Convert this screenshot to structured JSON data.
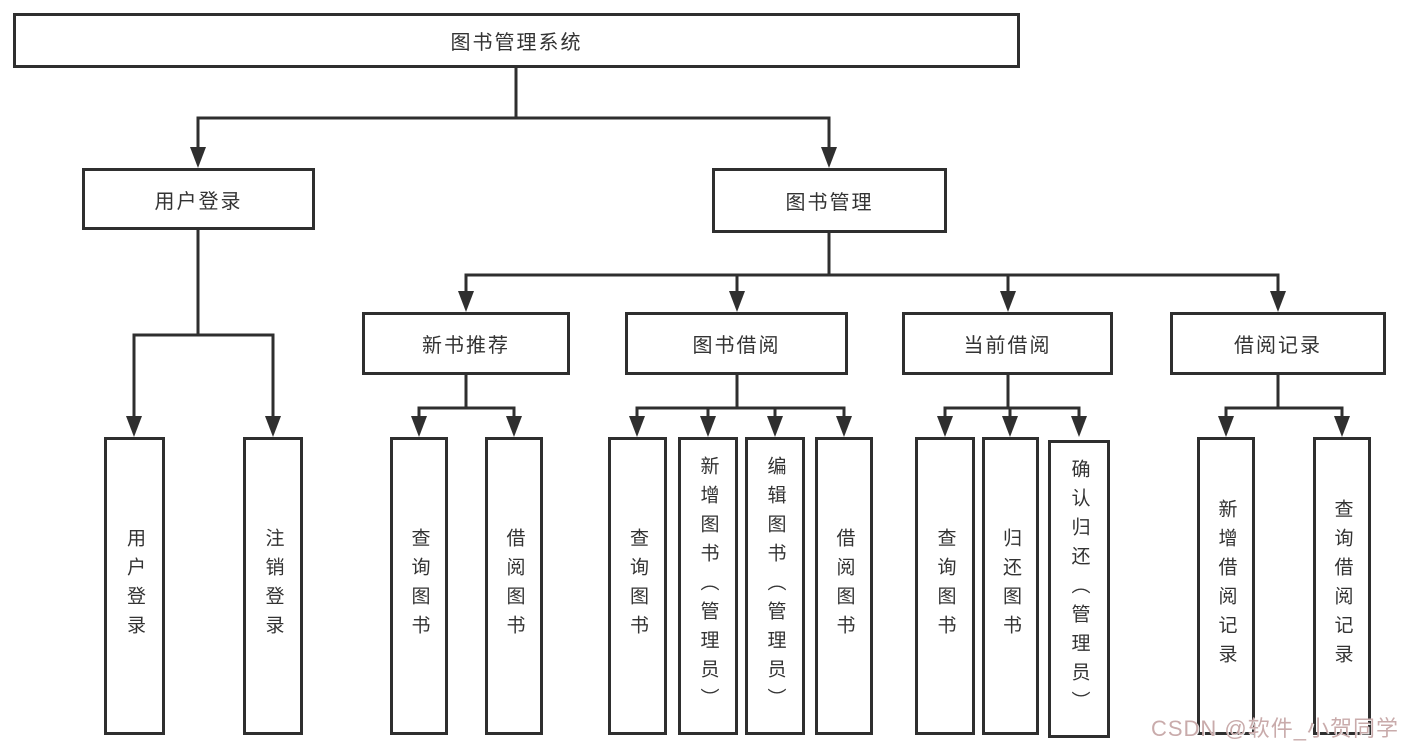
{
  "tree": {
    "label": "图书管理系统",
    "children": [
      {
        "label": "用户登录",
        "children": [
          {
            "label": "用户登录"
          },
          {
            "label": "注销登录"
          }
        ]
      },
      {
        "label": "图书管理",
        "children": [
          {
            "label": "新书推荐",
            "children": [
              {
                "label": "查询图书"
              },
              {
                "label": "借阅图书"
              }
            ]
          },
          {
            "label": "图书借阅",
            "children": [
              {
                "label": "查询图书"
              },
              {
                "label": "新增图书（管理员）"
              },
              {
                "label": "编辑图书（管理员）"
              },
              {
                "label": "借阅图书"
              }
            ]
          },
          {
            "label": "当前借阅",
            "children": [
              {
                "label": "查询图书"
              },
              {
                "label": "归还图书"
              },
              {
                "label": "确认归还（管理员）"
              }
            ]
          },
          {
            "label": "借阅记录",
            "children": [
              {
                "label": "新增借阅记录"
              },
              {
                "label": "查询借阅记录"
              }
            ]
          }
        ]
      }
    ]
  },
  "watermark": {
    "text": "CSDN @软件_小贺同学"
  },
  "colors": {
    "line": "#2f2f2f",
    "box_border": "#2f2f2f",
    "text": "#333333",
    "background": "#ffffff",
    "watermark": "#c9abab"
  }
}
